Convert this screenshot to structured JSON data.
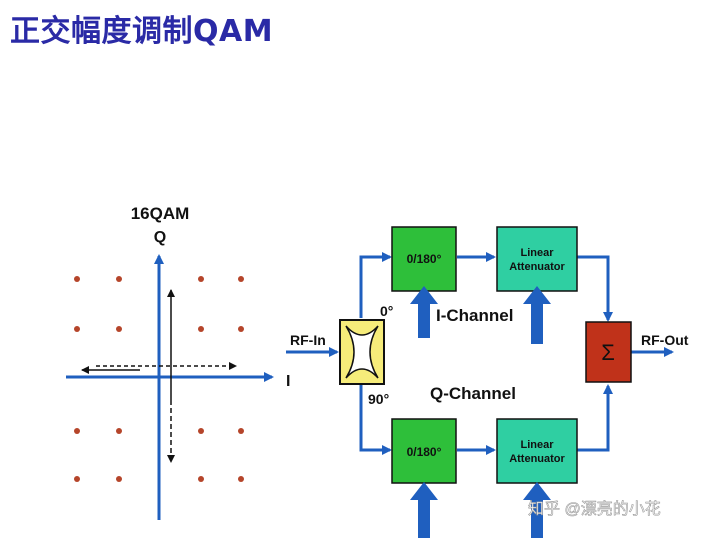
{
  "title": "正交幅度调制QAM",
  "constellation": {
    "label": "16QAM",
    "q_axis": "Q",
    "i_axis": "I",
    "points_per_axis": [
      -3,
      -1,
      1,
      3
    ]
  },
  "blocks": {
    "phase_top": "0/180°",
    "phase_bottom": "0/180°",
    "atten_top_line1": "Linear",
    "atten_top_line2": "Attenuator",
    "atten_bottom_line1": "Linear",
    "atten_bottom_line2": "Attenuator",
    "sum_symbol": "Σ"
  },
  "labels": {
    "rf_in": "RF-In",
    "rf_out": "RF-Out",
    "deg_0": "0°",
    "deg_90": "90°",
    "i_channel": "I-Channel",
    "q_channel": "Q-Channel"
  },
  "watermark": "知乎 @漂亮的小花",
  "colors": {
    "title": "#2a2aa6",
    "axis": "#1f5fbf",
    "dot": "#b5452a",
    "wire": "#1f5fbf",
    "phase_block": "#2ebf3a",
    "atten_block": "#2fcfa2",
    "sum_block": "#c0321a",
    "coupler": "#f6ec7a"
  }
}
